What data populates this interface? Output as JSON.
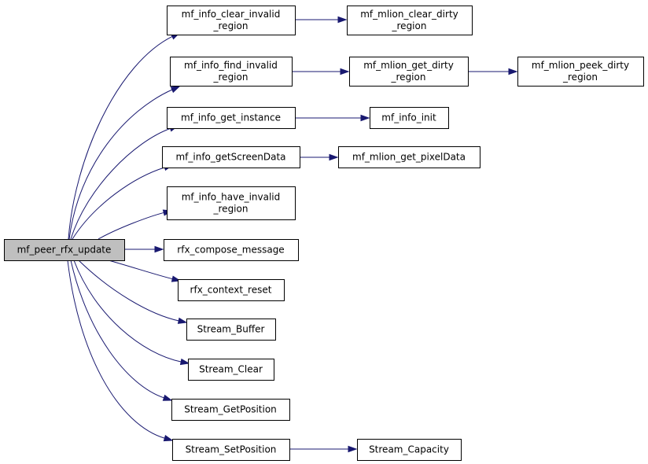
{
  "diagram": {
    "type": "call-graph",
    "colors": {
      "edge": "#191970",
      "root_fill": "#bfbfbf",
      "node_fill": "#ffffff",
      "border": "#000000"
    },
    "nodes": [
      {
        "id": "root",
        "lines": [
          "mf_peer_rfx_update"
        ]
      },
      {
        "id": "n1",
        "lines": [
          "mf_info_clear_invalid",
          "_region"
        ]
      },
      {
        "id": "n2",
        "lines": [
          "mf_info_find_invalid",
          "_region"
        ]
      },
      {
        "id": "n3",
        "lines": [
          "mf_info_get_instance"
        ]
      },
      {
        "id": "n4",
        "lines": [
          "mf_info_getScreenData"
        ]
      },
      {
        "id": "n5",
        "lines": [
          "mf_info_have_invalid",
          "_region"
        ]
      },
      {
        "id": "n6",
        "lines": [
          "rfx_compose_message"
        ]
      },
      {
        "id": "n7",
        "lines": [
          "rfx_context_reset"
        ]
      },
      {
        "id": "n8",
        "lines": [
          "Stream_Buffer"
        ]
      },
      {
        "id": "n9",
        "lines": [
          "Stream_Clear"
        ]
      },
      {
        "id": "n10",
        "lines": [
          "Stream_GetPosition"
        ]
      },
      {
        "id": "n11",
        "lines": [
          "Stream_SetPosition"
        ]
      },
      {
        "id": "n12",
        "lines": [
          "mf_mlion_clear_dirty",
          "_region"
        ]
      },
      {
        "id": "n13",
        "lines": [
          "mf_mlion_get_dirty",
          "_region"
        ]
      },
      {
        "id": "n14",
        "lines": [
          "mf_mlion_peek_dirty",
          "_region"
        ]
      },
      {
        "id": "n15",
        "lines": [
          "mf_info_init"
        ]
      },
      {
        "id": "n16",
        "lines": [
          "mf_mlion_get_pixelData"
        ]
      },
      {
        "id": "n17",
        "lines": [
          "Stream_Capacity"
        ]
      }
    ],
    "edges": [
      {
        "from": "root",
        "to": "n1"
      },
      {
        "from": "root",
        "to": "n2"
      },
      {
        "from": "root",
        "to": "n3"
      },
      {
        "from": "root",
        "to": "n4"
      },
      {
        "from": "root",
        "to": "n5"
      },
      {
        "from": "root",
        "to": "n6"
      },
      {
        "from": "root",
        "to": "n7"
      },
      {
        "from": "root",
        "to": "n8"
      },
      {
        "from": "root",
        "to": "n9"
      },
      {
        "from": "root",
        "to": "n10"
      },
      {
        "from": "root",
        "to": "n11"
      },
      {
        "from": "n1",
        "to": "n12"
      },
      {
        "from": "n2",
        "to": "n13"
      },
      {
        "from": "n13",
        "to": "n14"
      },
      {
        "from": "n3",
        "to": "n15"
      },
      {
        "from": "n4",
        "to": "n16"
      },
      {
        "from": "n11",
        "to": "n17"
      }
    ]
  }
}
